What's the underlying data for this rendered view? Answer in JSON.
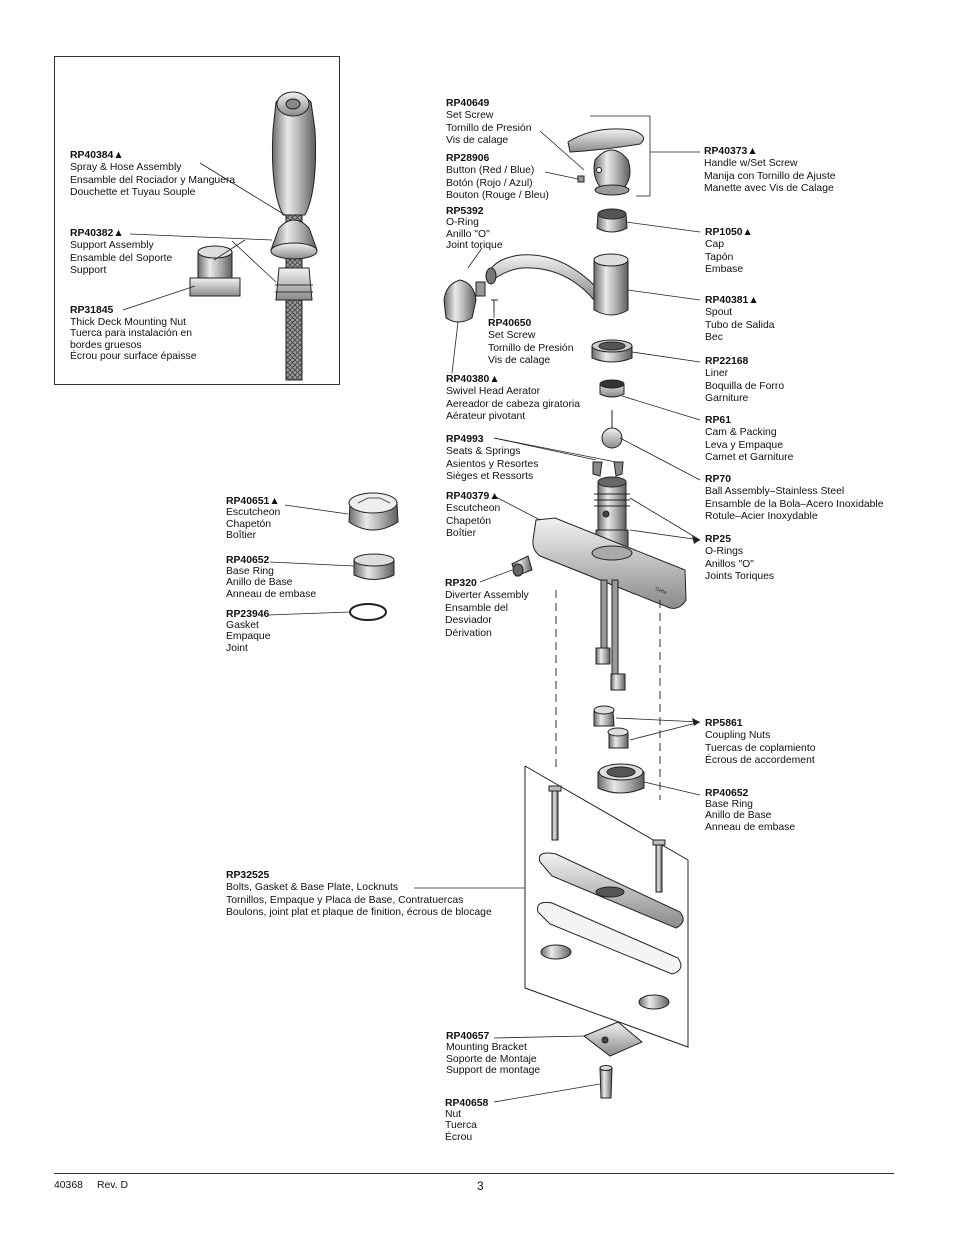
{
  "parts": [
    {
      "id": "rp40384",
      "code": "RP40384▲",
      "lines": [
        "Spray & Hose Assembly",
        "Ensamble del Rociador y Manguera",
        "Douchette et Tuyau Souple"
      ]
    },
    {
      "id": "rp40382",
      "code": "RP40382▲",
      "lines": [
        "Support Assembly",
        "Ensamble del Soporte",
        "Support"
      ]
    },
    {
      "id": "rp31845",
      "code": "RP31845",
      "lines": [
        "Thick Deck Mounting Nut",
        "Tuerca para instalación en",
        "bordes gruesos",
        "Écrou pour surface épaisse"
      ]
    },
    {
      "id": "rp40649",
      "code": "RP40649",
      "lines": [
        "Set Screw",
        "Tornillo de Presión",
        "Vis de calage"
      ]
    },
    {
      "id": "rp28906",
      "code": "RP28906",
      "lines": [
        "Button (Red / Blue)",
        "Botón (Rojo / Azul)",
        "Bouton (Rouge / Bleu)"
      ]
    },
    {
      "id": "rp5392",
      "code": "RP5392",
      "lines": [
        "O-Ring",
        "Anillo \"O\"",
        "Joint torique"
      ]
    },
    {
      "id": "rp40650",
      "code": "RP40650",
      "lines": [
        "Set Screw",
        "Tornillo de Presión",
        "Vis de calage"
      ]
    },
    {
      "id": "rp40380",
      "code": "RP40380▲",
      "lines": [
        "Swivel Head Aerator",
        "Aereador de cabeza giratoria",
        "Aérateur pivotant"
      ]
    },
    {
      "id": "rp4993",
      "code": "RP4993",
      "lines": [
        "Seats & Springs",
        "Asientos y Resortes",
        "Sièges et Ressorts"
      ]
    },
    {
      "id": "rp40379",
      "code": "RP40379▲",
      "lines": [
        "Escutcheon",
        "Chapetón",
        "Boîtier"
      ]
    },
    {
      "id": "rp320",
      "code": "RP320",
      "lines": [
        "Diverter Assembly",
        "Ensamble del",
        "Desviador",
        "Dérivation"
      ]
    },
    {
      "id": "rp40373",
      "code": "RP40373▲",
      "lines": [
        "Handle w/Set Screw",
        "Manija con Tornillo de Ajuste",
        "Manette avec Vis de Calage"
      ]
    },
    {
      "id": "rp1050",
      "code": "RP1050▲",
      "lines": [
        "Cap",
        "Tapón",
        "Embase"
      ]
    },
    {
      "id": "rp40381",
      "code": "RP40381▲",
      "lines": [
        "Spout",
        "Tubo de Salida",
        "Bec"
      ]
    },
    {
      "id": "rp22168",
      "code": "RP22168",
      "lines": [
        "Liner",
        "Boquilla de Forro",
        "Garniture"
      ]
    },
    {
      "id": "rp61",
      "code": "RP61",
      "lines": [
        "Cam & Packing",
        "Leva y Empaque",
        "Camet et Garniture"
      ]
    },
    {
      "id": "rp70",
      "code": "RP70",
      "lines": [
        "Ball Assembly–Stainless Steel",
        "Ensamble de la Bola–Acero Inoxidable",
        "Rotule–Acier Inoxydable"
      ]
    },
    {
      "id": "rp25",
      "code": "RP25",
      "lines": [
        "O-Rings",
        "Anillos \"O\"",
        "Joints Toriques"
      ]
    },
    {
      "id": "rp40651",
      "code": "RP40651▲",
      "lines": [
        "Escutcheon",
        "Chapetón",
        "Boîtier"
      ]
    },
    {
      "id": "rp40652a",
      "code": "RP40652",
      "lines": [
        "Base Ring",
        "Anillo de Base",
        "Anneau de embase"
      ]
    },
    {
      "id": "rp23946",
      "code": "RP23946",
      "lines": [
        "Gasket",
        "Empaque",
        "Joint"
      ]
    },
    {
      "id": "rp5861",
      "code": "RP5861",
      "lines": [
        "Coupling Nuts",
        "Tuercas de coplamiento",
        "Écrous de accordement"
      ]
    },
    {
      "id": "rp40652b",
      "code": "RP40652",
      "lines": [
        "Base Ring",
        "Anillo de Base",
        "Anneau de embase"
      ]
    },
    {
      "id": "rp32525",
      "code": "RP32525",
      "lines": [
        "Bolts, Gasket & Base Plate, Locknuts",
        "Tornillos, Empaque y Placa de Base, Contratuercas",
        "Boulons, joint plat et plaque de finition, écrous de blocage"
      ]
    },
    {
      "id": "rp40657",
      "code": "RP40657",
      "lines": [
        "Mounting Bracket",
        "Soporte de Montaje",
        "Support de montage"
      ]
    },
    {
      "id": "rp40658",
      "code": "RP40658",
      "lines": [
        "Nut",
        "Tuerca",
        "Écrou"
      ]
    }
  ],
  "footer": {
    "doc": "40368",
    "rev": "Rev. D",
    "page": "3"
  },
  "brand": {
    "escutcheon_mark": "Delta"
  }
}
